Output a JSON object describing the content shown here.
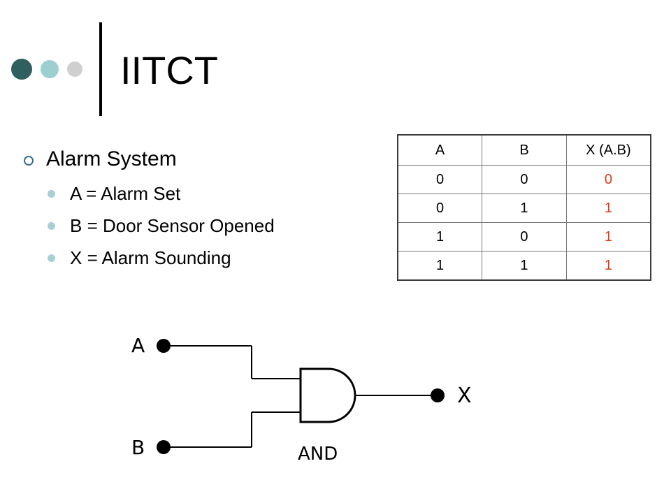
{
  "slide": {
    "title": "IITCT",
    "decor_colors": [
      "#2f5f5f",
      "#9dcfd1",
      "#cfcfcf"
    ]
  },
  "bullets": {
    "main": "Alarm System",
    "main_icon": "ring-bullet-icon",
    "main_icon_color": "#3a6e8a",
    "sub_icon_color": "#a8cfd6",
    "items": [
      {
        "label": "A = Alarm Set"
      },
      {
        "label": "B = Door Sensor Opened"
      },
      {
        "label": "X = Alarm Sounding"
      }
    ]
  },
  "truth_table": {
    "headers": [
      "A",
      "B",
      "X (A.B)"
    ],
    "rows": [
      [
        "0",
        "0",
        "0"
      ],
      [
        "0",
        "1",
        "1"
      ],
      [
        "1",
        "0",
        "1"
      ],
      [
        "1",
        "1",
        "1"
      ]
    ],
    "output_color": "#e03a1c"
  },
  "circuit": {
    "input_a": "A",
    "input_b": "B",
    "output": "X",
    "gate_label": "AND"
  }
}
